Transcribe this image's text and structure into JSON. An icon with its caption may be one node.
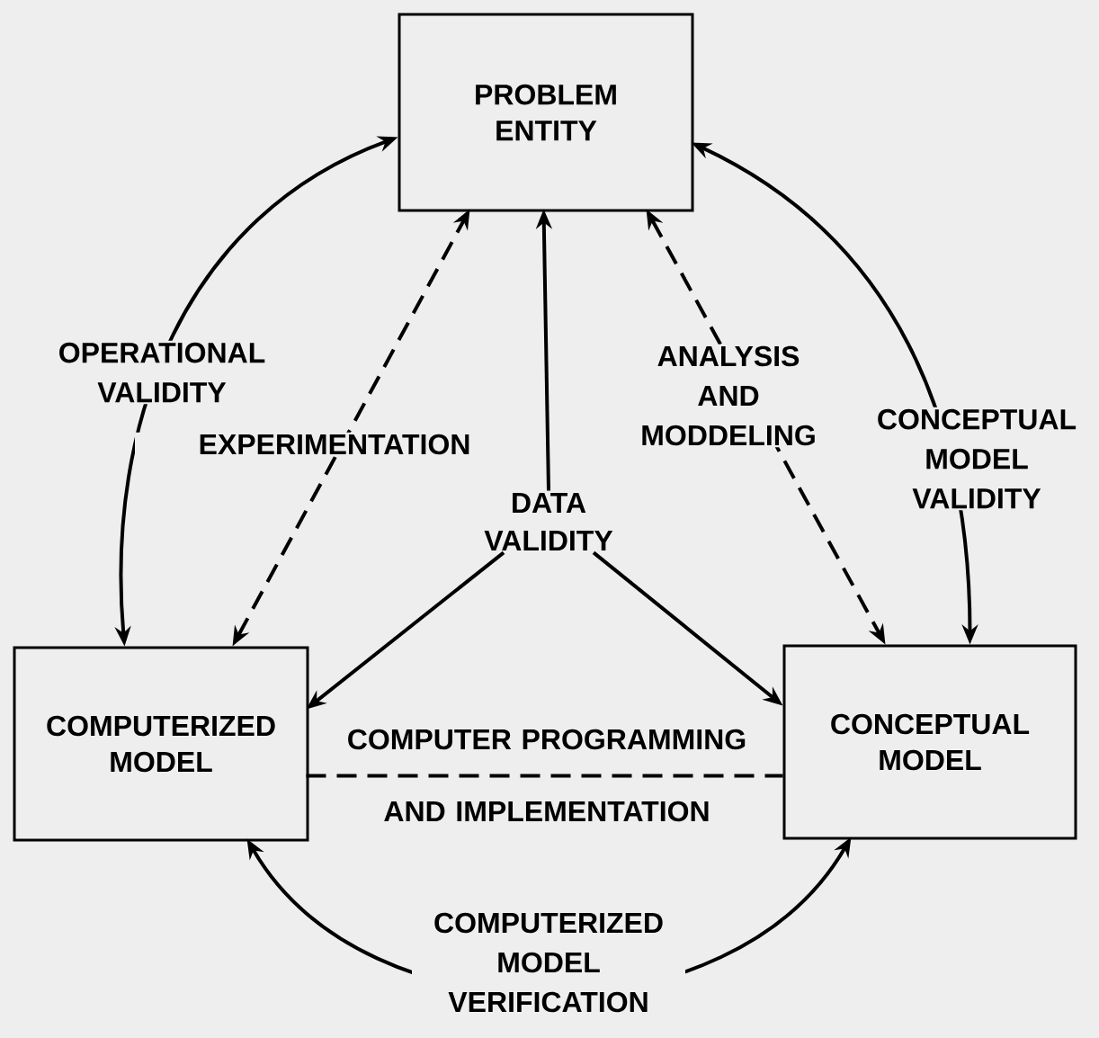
{
  "diagram": {
    "nodes": [
      {
        "text": [
          "PROBLEM ENTITY"
        ]
      },
      {
        "text": [
          "COMPUTERIZED MODEL"
        ]
      },
      {
        "text": [
          "CONCEPTUAL MODEL"
        ]
      },
      {
        "text": [
          "DATA VALIDITY"
        ]
      }
    ],
    "edges": [
      {
        "from": 1,
        "to": 0,
        "arrow": "both",
        "label": "OPERATIONAL VALIDITY"
      },
      {
        "from": 1,
        "to": 0,
        "arrow": "both",
        "style": "dashed",
        "label": "EXPERIMENTATION"
      },
      {
        "from": 3,
        "to": 0,
        "arrow": "to"
      },
      {
        "from": 0,
        "to": 2,
        "arrow": "both",
        "style": "dashed",
        "label": "ANALYSIS AND MODDELING"
      },
      {
        "from": 0,
        "to": 2,
        "arrow": "both",
        "label": "CONCEPTUAL MODEL VALIDITY"
      },
      {
        "from": 3,
        "to": 1,
        "arrow": "to"
      },
      {
        "from": 3,
        "to": 2,
        "arrow": "to"
      },
      {
        "from": 1,
        "to": 2,
        "arrow": "none",
        "style": "dashed",
        "label": "COMPUTER PROGRAMMING AND IMPLEMENTATION"
      },
      {
        "from": 1,
        "to": 2,
        "arrow": "both",
        "label": "COMPUTERIZED MODEL VERIFICATION"
      }
    ]
  }
}
